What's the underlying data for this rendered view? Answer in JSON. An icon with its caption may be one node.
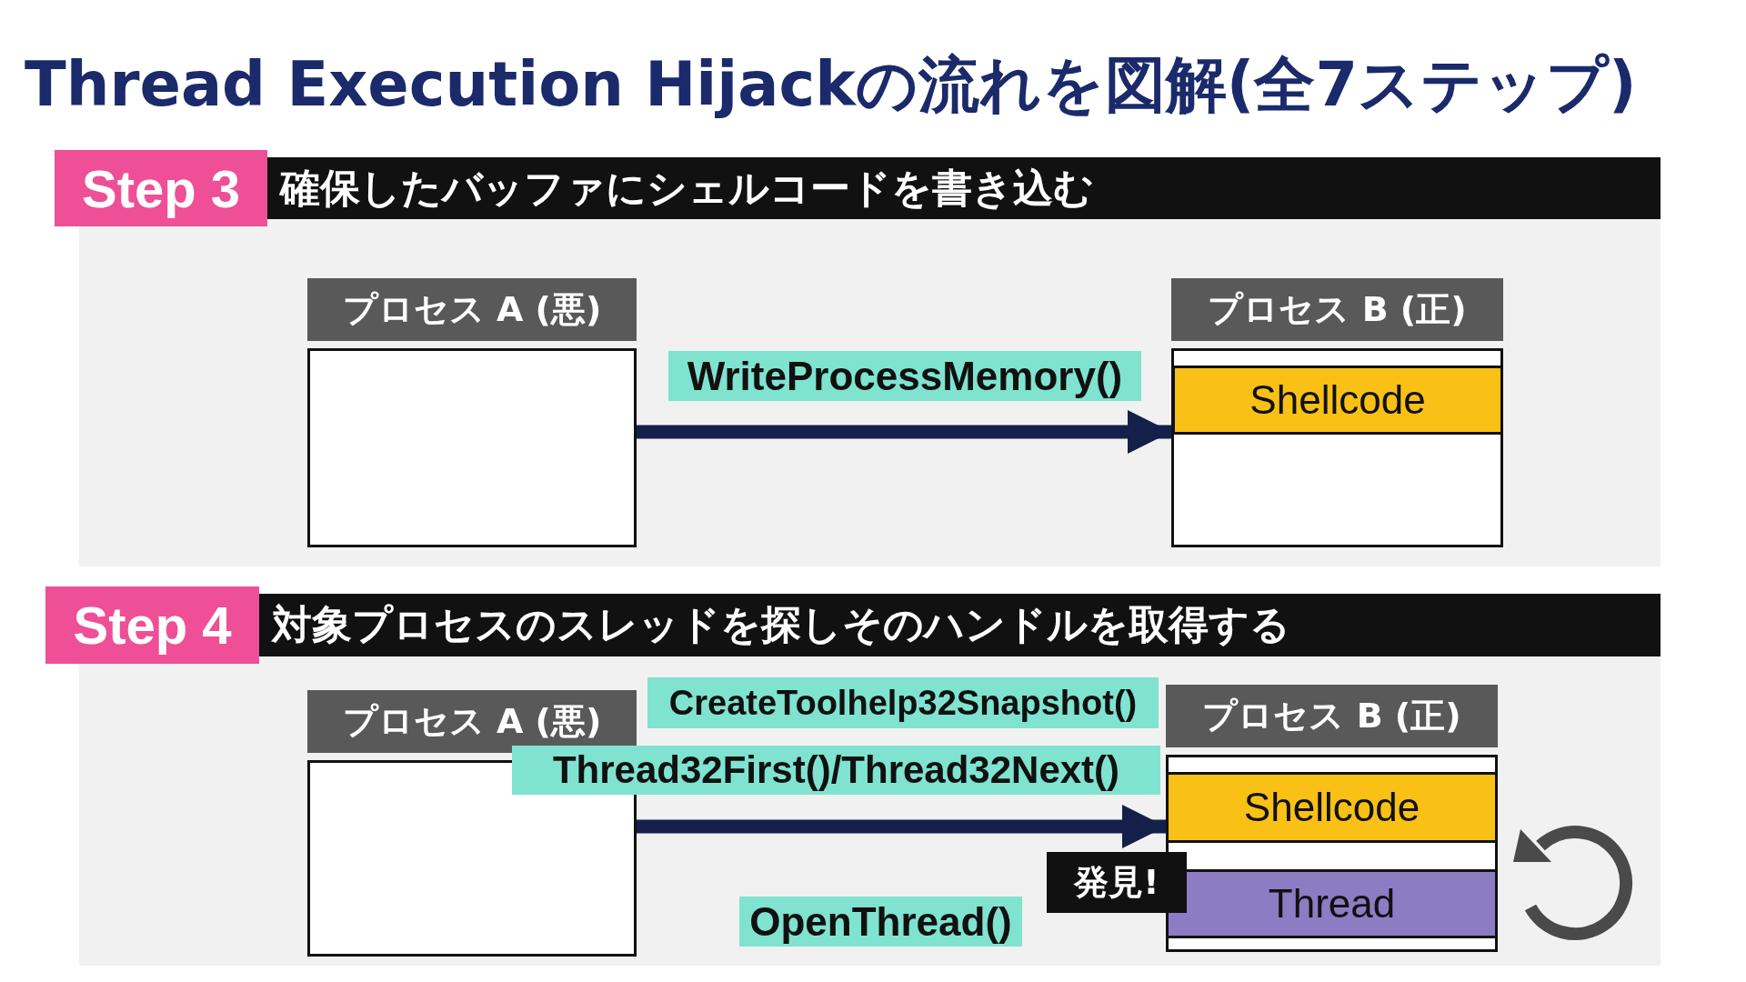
{
  "diagram": {
    "title": "Thread Execution Hijackの流れを図解(全7ステップ)",
    "nodes": [
      {
        "text": [
          "Step 3",
          "確保したバッファにシェルコードを書き込む"
        ]
      },
      {
        "text": [
          "プロセス A (悪)"
        ],
        "in": 0
      },
      {
        "text": [
          "プロセス B (正)"
        ],
        "in": 0
      },
      {
        "text": [
          "Shellcode"
        ],
        "in": 2
      },
      {
        "text": [
          "Step 4",
          "対象プロセスのスレッドを探しそのハンドルを取得する"
        ]
      },
      {
        "text": [
          "プロセス A (悪)"
        ],
        "in": 4
      },
      {
        "text": [
          "プロセス B (正)"
        ],
        "in": 4
      },
      {
        "text": [
          "Shellcode"
        ],
        "in": 6
      },
      {
        "text": [
          "Thread"
        ],
        "in": 6
      },
      {
        "text": [
          "発見!"
        ],
        "in": 4
      }
    ],
    "edges": [
      {
        "from": 1,
        "to": 2,
        "arrow": "to",
        "label": "WriteProcessMemory()"
      },
      {
        "from": 5,
        "to": 6,
        "arrow": "to",
        "label": "Thread32First()/Thread32Next()"
      }
    ],
    "labels": [
      "CreateToolhelp32Snapshot()",
      "OpenThread()"
    ]
  }
}
